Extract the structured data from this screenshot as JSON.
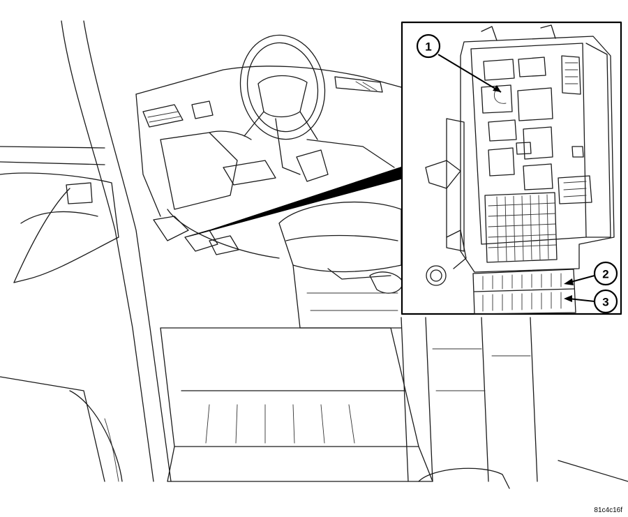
{
  "callouts": [
    {
      "label": "1",
      "target": "relay"
    },
    {
      "label": "2",
      "target": "upper-fuse-row"
    },
    {
      "label": "3",
      "target": "lower-fuse-row"
    }
  ],
  "figure_code": "81c4c16f",
  "colors": {
    "line": "#1a1a1a",
    "background": "#ffffff"
  }
}
